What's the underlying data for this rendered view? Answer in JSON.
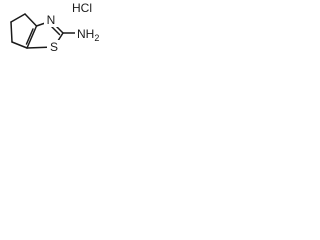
{
  "structure": {
    "salt_label": "HCl",
    "ring_nitrogen": "N",
    "ring_sulfur": "S",
    "amine_label": "NH2",
    "amine_parts": {
      "main": "NH",
      "subscript": "2"
    }
  }
}
